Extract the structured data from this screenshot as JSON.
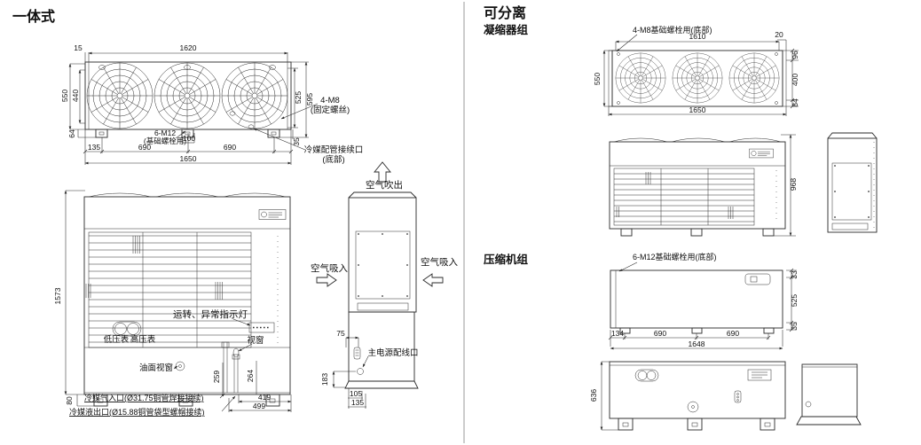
{
  "page": {
    "background": "#ffffff",
    "line_color": "#2a2a2a",
    "divider_color": "#9a9a9a"
  },
  "integrated": {
    "title": "一体式",
    "top_view": {
      "dim_15": "15",
      "dim_1620": "1620",
      "dim_550": "550",
      "dim_440": "440",
      "dim_525": "525",
      "dim_595": "595",
      "dim_64": "64",
      "dim_135": "135",
      "dim_690_left": "690",
      "dim_100": "100",
      "dim_690_right": "690",
      "dim_1650": "1650",
      "dim_35": "35",
      "label_bolt_line1": "6-M12",
      "label_bolt_line2": "(基础螺栓用)",
      "label_screw_line1": "4-M8",
      "label_screw_line2": "(固定螺丝)",
      "label_pipe_line1": "冷媒配管接续口",
      "label_pipe_line2": "(底部)"
    },
    "front_view": {
      "dim_1573": "1573",
      "dim_80": "80",
      "dim_259": "259",
      "dim_264": "264",
      "dim_419": "419",
      "dim_499": "499",
      "label_indicator": "运转、异常指示灯",
      "label_gauge_low": "低压表",
      "label_gauge_high": "高压表",
      "label_window": "视窗",
      "label_oil_window": "油面视窗",
      "label_gas_inlet": "冷媒气入口(Ø31.75铜管焊接接续)",
      "label_liquid_outlet": "冷媒液出口(Ø15.88铜管袋型螺帽接续)"
    },
    "side_view": {
      "label_air_out": "空气吹出",
      "label_air_in_left": "空气吸入",
      "label_air_in_right": "空气吸入",
      "label_power_port": "主电源配线口",
      "dim_75": "75",
      "dim_183": "183",
      "dim_105": "105",
      "dim_135": "135"
    }
  },
  "separable": {
    "title": "可分离",
    "condenser": {
      "subtitle": "凝缩器组",
      "top_view": {
        "label_bolt": "4-M8基础螺栓用(底部)",
        "dim_1610": "1610",
        "dim_550": "550",
        "dim_1650": "1650",
        "dim_20": "20",
        "dim_96": "96",
        "dim_400": "400",
        "dim_84": "84"
      },
      "front_view": {
        "dim_968": "968"
      }
    },
    "compressor": {
      "subtitle": "压缩机组",
      "top_view": {
        "label_bolt": "6-M12基础螺栓用(底部)",
        "dim_134": "134",
        "dim_690_left": "690",
        "dim_690_right": "690",
        "dim_1648": "1648",
        "dim_33": "33",
        "dim_525": "525",
        "dim_35": "35"
      },
      "front_view": {
        "dim_636": "636"
      }
    }
  }
}
